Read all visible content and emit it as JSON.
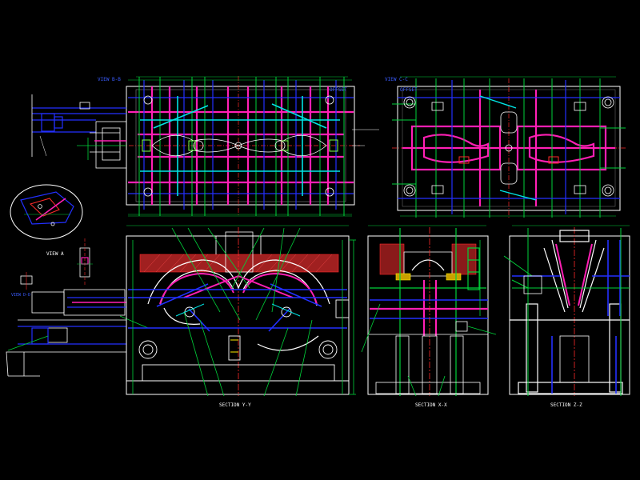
{
  "drawing": {
    "background": "#000000",
    "palette": {
      "outline": "#ffffff",
      "blue": "#2330ff",
      "magenta": "#ff1fb4",
      "green": "#00d23a",
      "cyan": "#00e5e5",
      "red": "#ff2a2a",
      "yellow": "#ffee00",
      "bright_green": "#7cff4c"
    },
    "labels": {
      "top_view_title": "VIEW B-B",
      "top_view_tag": "OFFSET",
      "right_view_title": "VIEW C-C",
      "right_view_tag": "OFFSET",
      "view_a": "VIEW A",
      "small_view": "VIEW D-D",
      "section_yy": "SECTION Y-Y",
      "section_xx": "SECTION X-X",
      "section_zz": "SECTION Z-Z"
    }
  }
}
